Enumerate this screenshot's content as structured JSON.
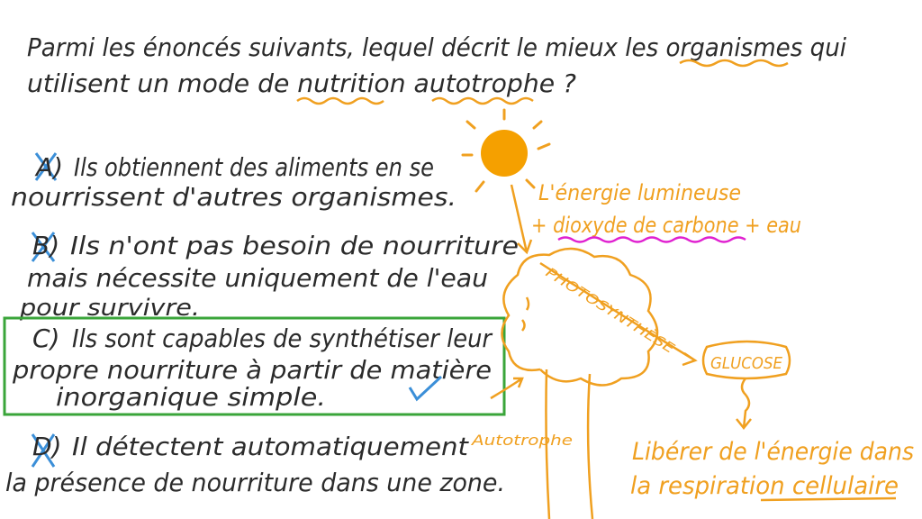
{
  "question": {
    "line1": "Parmi les énoncés suivants, lequel décrit le mieux les organismes qui",
    "line2": "utilisent un mode de nutrition autotrophe ?"
  },
  "options": [
    {
      "letter": "A)",
      "lines": [
        "Ils obtiennent des aliments en se",
        "nourrissent d'autres organismes."
      ],
      "crossed": true
    },
    {
      "letter": "B)",
      "lines": [
        "Ils n'ont pas besoin de nourriture",
        "mais nécessite uniquement de l'eau",
        "pour survivre."
      ],
      "crossed": true
    },
    {
      "letter": "C)",
      "lines": [
        "Ils sont capables de synthétiser leur",
        "propre nourriture à partir de matière",
        "inorganique simple."
      ],
      "correct": true
    },
    {
      "letter": "D)",
      "lines": [
        "Il détectent automatiquement",
        "la présence de nourriture dans une zone."
      ],
      "crossed": true
    }
  ],
  "diagram": {
    "inputs_line1": "L'énergie lumineuse",
    "inputs_line2": "+ dioxyde de carbone + eau",
    "process": "PHOTOSYNTHÈSE",
    "product": "GLUCOSE",
    "result_line1": "Libérer de l'énergie dans",
    "result_line2": "la respiration cellulaire",
    "tree_label": "Autotrophe"
  },
  "colors": {
    "ink": "#2b2b2b",
    "orange": "#f0a020",
    "sun": "#f5a000",
    "blue": "#3b8fd8",
    "green": "#3aa53a",
    "magenta": "#e020d0"
  }
}
